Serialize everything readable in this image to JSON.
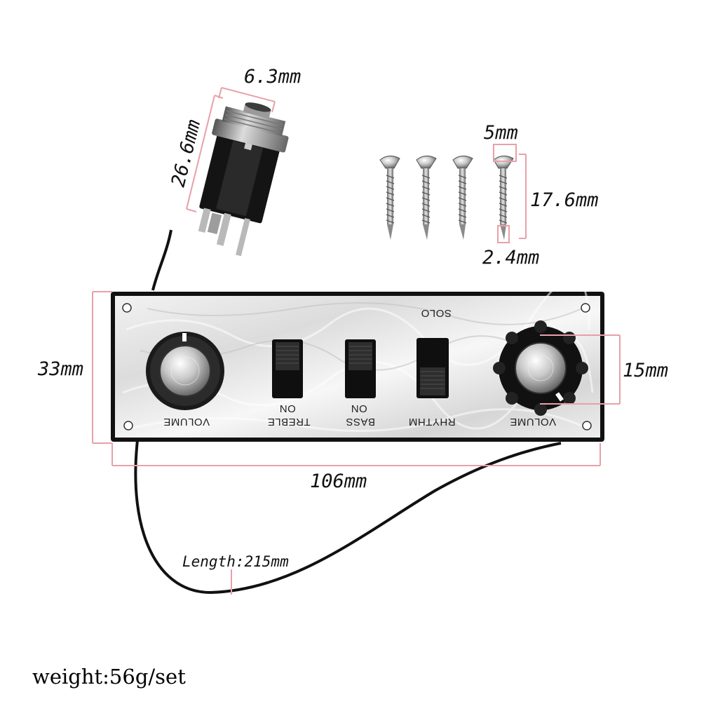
{
  "jack": {
    "dim_diameter": "6.3mm",
    "dim_length": "26.6mm"
  },
  "screws": {
    "dim_head": "5mm",
    "dim_length": "17.6mm",
    "dim_thread": "2.4mm"
  },
  "plate": {
    "dim_height": "33mm",
    "dim_width": "106mm",
    "dim_knob": "15mm",
    "labels": {
      "solo": "SOLO",
      "volume_left": "VOLUME",
      "treble": "TREBLE",
      "treble_on": "ON",
      "bass": "BASS",
      "bass_on": "ON",
      "rhythm": "RHYTHM",
      "volume_right": "VOLUME"
    }
  },
  "cable": {
    "dim_length": "Length:215mm"
  },
  "weight": "weight:56g/set",
  "colors": {
    "dimension_line": "#e8a0a8",
    "plate": "#e9e9e9",
    "black": "#111111"
  }
}
